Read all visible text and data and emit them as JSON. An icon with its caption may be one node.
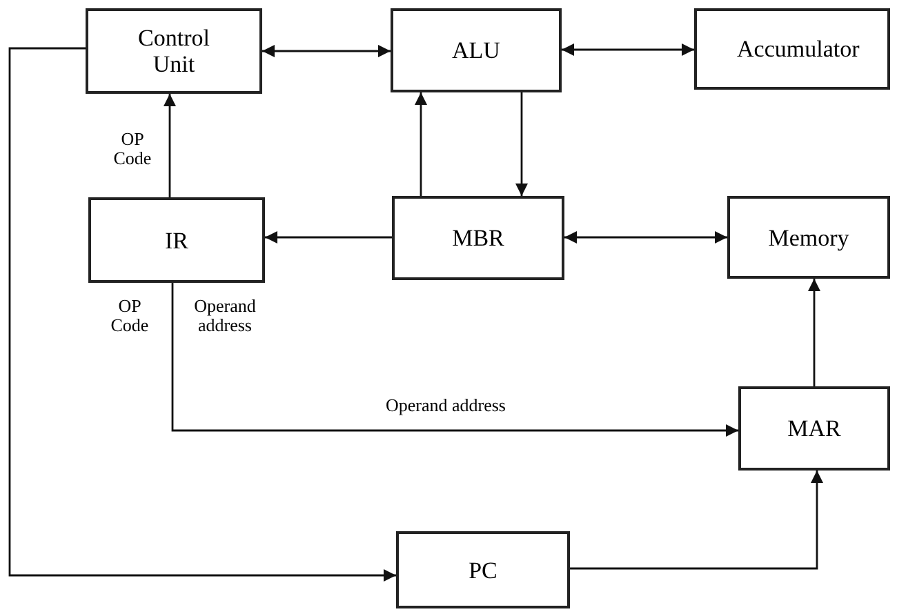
{
  "diagram": {
    "nodes": [
      {
        "text": [
          "Control Unit"
        ]
      },
      {
        "text": [
          "ALU"
        ]
      },
      {
        "text": [
          "Accumulator"
        ]
      },
      {
        "text": [
          "IR"
        ]
      },
      {
        "text": [
          "MBR"
        ]
      },
      {
        "text": [
          "Memory"
        ]
      },
      {
        "text": [
          "MAR"
        ]
      },
      {
        "text": [
          "PC"
        ]
      }
    ],
    "edges": [
      {
        "from": 0,
        "to": 1,
        "arrow": "both"
      },
      {
        "from": 1,
        "to": 2,
        "arrow": "both"
      },
      {
        "from": 3,
        "to": 0,
        "arrow": "to",
        "label": "OP Code"
      },
      {
        "from": 4,
        "to": 1,
        "arrow": "to"
      },
      {
        "from": 1,
        "to": 4,
        "arrow": "to"
      },
      {
        "from": 4,
        "to": 3,
        "arrow": "to"
      },
      {
        "from": 4,
        "to": 5,
        "arrow": "both"
      },
      {
        "from": 3,
        "to": 6,
        "arrow": "to",
        "label": "Operand address"
      },
      {
        "from": 6,
        "to": 5,
        "arrow": "to"
      },
      {
        "from": 0,
        "to": 7,
        "arrow": "to"
      },
      {
        "from": 7,
        "to": 6,
        "arrow": "to"
      }
    ],
    "labels": [
      "OP Code",
      "Operand address"
    ]
  }
}
